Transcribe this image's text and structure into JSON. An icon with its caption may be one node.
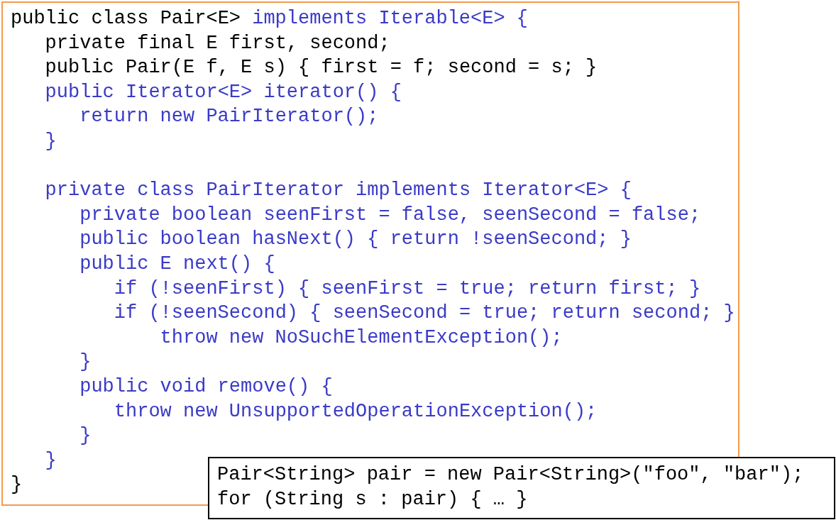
{
  "diagram": {
    "nodes": [
      {
        "text": [
          "public class Pair<E>",
          "implements Iterable<E> {",
          "private final E first, second;",
          "public Pair(E f, E s) { first = f; second = s; }",
          "public Iterator<E> iterator() {",
          "return new PairIterator();",
          "}",
          "private class PairIterator implements Iterator<E> {",
          "private boolean seenFirst = false, seenSecond = false;",
          "public boolean hasNext() { return !seenSecond; }",
          "public E next() {",
          "if (!seenFirst) { seenFirst = true; return first; }",
          "if (!seenSecond) { seenSecond = true; return second; }",
          "throw new NoSuchElementException();",
          "}",
          "public void remove() {",
          "throw new UnsupportedOperationException();",
          "}",
          "}",
          "}"
        ]
      },
      {
        "text": [
          "Pair<String> pair = new Pair<String>(\"foo\", \"bar\");",
          "for (String s : pair) { … }"
        ]
      }
    ]
  }
}
